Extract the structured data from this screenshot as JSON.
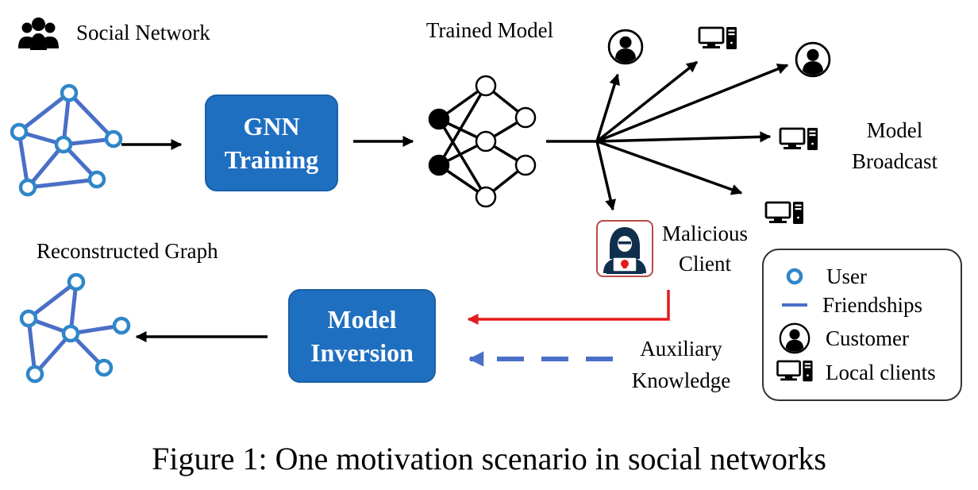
{
  "labels": {
    "social_network": "Social Network",
    "trained_model": "Trained Model",
    "model_broadcast_line1": "Model",
    "model_broadcast_line2": "Broadcast",
    "malicious_line1": "Malicious",
    "malicious_line2": "Client",
    "reconstructed_graph": "Reconstructed Graph",
    "auxiliary_line1": "Auxiliary",
    "auxiliary_line2": "Knowledge"
  },
  "boxes": {
    "gnn_line1": "GNN",
    "gnn_line2": "Training",
    "inversion_line1": "Model",
    "inversion_line2": "Inversion"
  },
  "legend": {
    "user": "User",
    "friendships": "Friendships",
    "customer": "Customer",
    "local_clients": "Local clients"
  },
  "caption": "Figure 1: One motivation scenario in social networks",
  "colors": {
    "box_fill": "#1f6fc0",
    "node_stroke": "#2f86c8",
    "edge": "#4a6fc7",
    "malicious_arrow": "#e41a1c",
    "auxiliary_arrow": "#4a6fc7"
  }
}
